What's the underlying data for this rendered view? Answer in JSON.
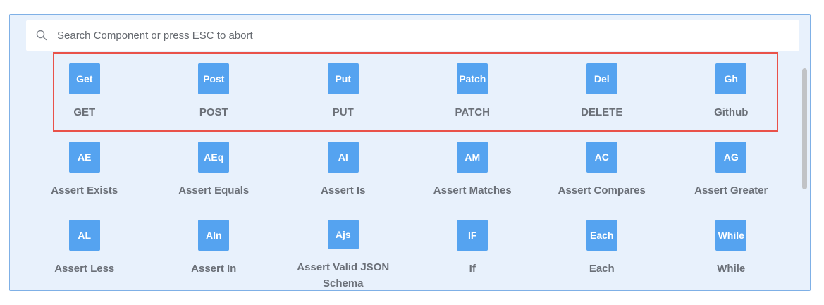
{
  "search": {
    "placeholder": "Search Component or press ESC to abort",
    "value": ""
  },
  "components": [
    [
      {
        "abbr": "Get",
        "label": "GET"
      },
      {
        "abbr": "Post",
        "label": "POST"
      },
      {
        "abbr": "Put",
        "label": "PUT"
      },
      {
        "abbr": "Patch",
        "label": "PATCH"
      },
      {
        "abbr": "Del",
        "label": "DELETE"
      },
      {
        "abbr": "Gh",
        "label": "Github"
      }
    ],
    [
      {
        "abbr": "AE",
        "label": "Assert Exists"
      },
      {
        "abbr": "AEq",
        "label": "Assert Equals"
      },
      {
        "abbr": "AI",
        "label": "Assert Is"
      },
      {
        "abbr": "AM",
        "label": "Assert Matches"
      },
      {
        "abbr": "AC",
        "label": "Assert Compares"
      },
      {
        "abbr": "AG",
        "label": "Assert Greater"
      }
    ],
    [
      {
        "abbr": "AL",
        "label": "Assert Less"
      },
      {
        "abbr": "AIn",
        "label": "Assert In"
      },
      {
        "abbr": "Ajs",
        "label": "Assert Valid JSON Schema"
      },
      {
        "abbr": "IF",
        "label": "If"
      },
      {
        "abbr": "Each",
        "label": "Each"
      },
      {
        "abbr": "While",
        "label": "While"
      }
    ]
  ],
  "colors": {
    "tile": "#55a3f0",
    "panel_bg": "#e8f1fc",
    "panel_border": "#7fb0e6",
    "highlight": "#e9524a",
    "label": "#6b7078"
  },
  "icons": {
    "search": "search-icon"
  }
}
